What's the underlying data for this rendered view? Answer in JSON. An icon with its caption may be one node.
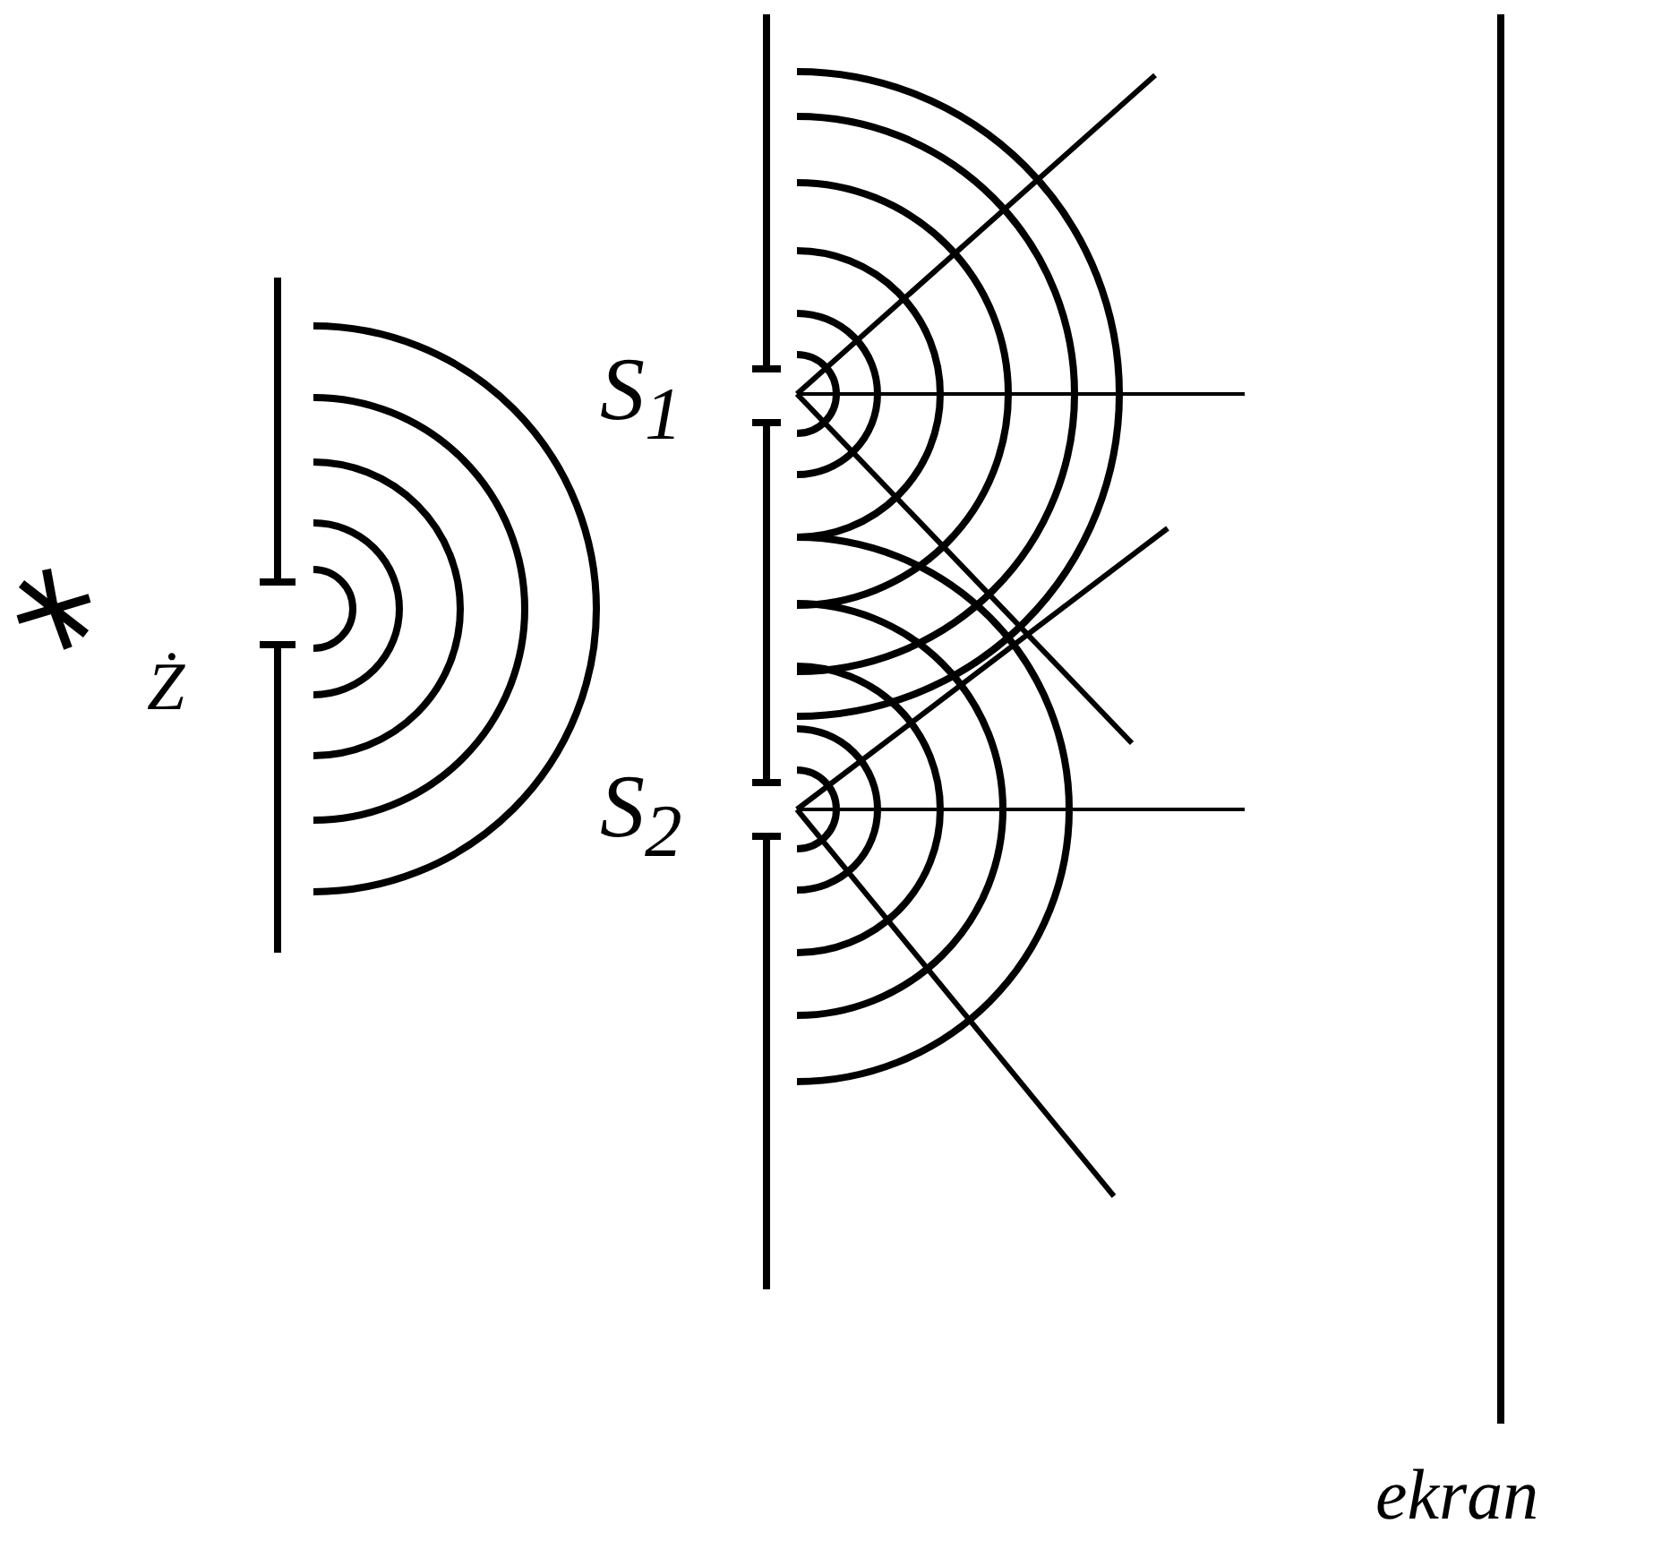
{
  "diagram": {
    "labels": [
      "Ż",
      "S$_{1}$",
      "S$_{2}$",
      "ekran"
    ]
  }
}
